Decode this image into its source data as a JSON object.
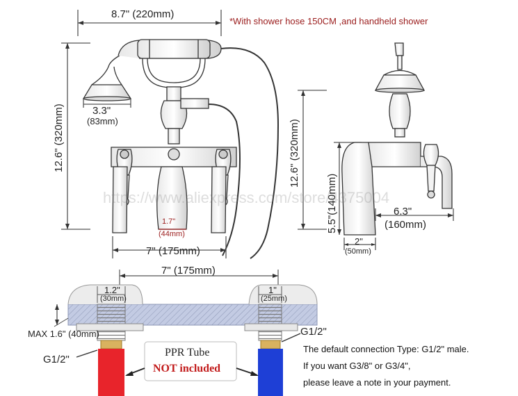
{
  "top": {
    "width_label": "8.7\" (220mm)",
    "hose_note": "*With shower hose 150CM ,and handheld shower",
    "height_label_left": "12.6\" (320mm)",
    "height_label_right": "12.6\" (320mm)",
    "head_dia_in": "3.3\"",
    "head_dia_mm": "(83mm)",
    "spout_len_in": "1.7\"",
    "spout_len_mm": "(44mm)",
    "center_label": "7\" (175mm)",
    "side_spout_height": "5.5\"(140mm)",
    "side_reach_in": "6.3\"",
    "side_reach_mm": "(160mm)",
    "side_base_in": "2\"",
    "side_base_mm": "(50mm)"
  },
  "watermark": "https://www.aliexpress.com/store/4375004",
  "bottom": {
    "center_label": "7\" (175mm)",
    "left_leg_in": "1.2\"",
    "left_leg_mm": "(30mm)",
    "right_leg_in": "1\"",
    "right_leg_mm": "(25mm)",
    "max_label": "MAX 1.6\" (40mm)",
    "g_left": "G1/2\"",
    "g_right": "G1/2\"",
    "ppr_title": "PPR Tube",
    "ppr_note": "NOT included",
    "note_line1": "The default connection Type: G1/2\" male.",
    "note_line2": "If you want G3/8\" or G3/4\",",
    "note_line3": "please leave a note in your payment."
  },
  "colors": {
    "red_tube": "#e8242b",
    "blue_tube": "#1e3fd6",
    "brass": "#d9b25f",
    "deck": "#b9c3de"
  }
}
